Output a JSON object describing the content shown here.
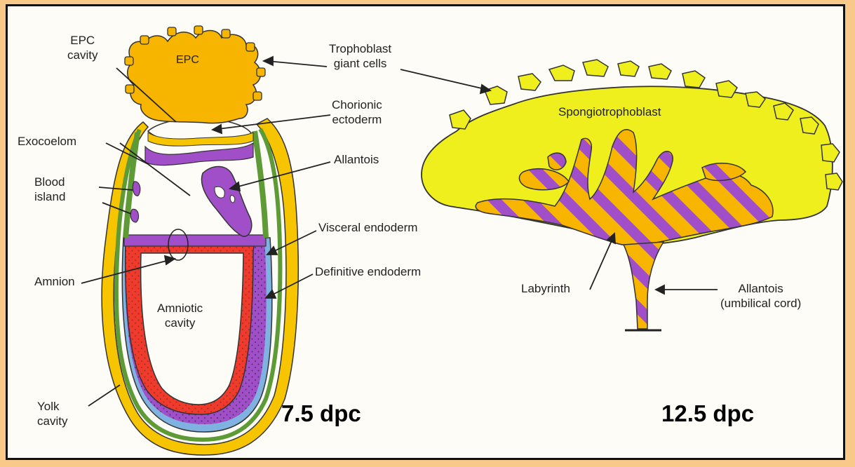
{
  "labels": {
    "epc_cavity": "EPC\ncavity",
    "epc": "EPC",
    "trophoblast_giant_cells": "Trophoblast\ngiant cells",
    "chorionic_ectoderm": "Chorionic\nectoderm",
    "exocoelom": "Exocoelom",
    "allantois_left": "Allantois",
    "blood_island": "Blood\nisland",
    "visceral_endoderm": "Visceral endoderm",
    "amnion": "Amnion",
    "definitive_endoderm": "Definitive endoderm",
    "amniotic_cavity": "Amniotic\ncavity",
    "yolk_cavity": "Yolk\ncavity",
    "spongiotrophoblast": "Spongiotrophoblast",
    "labyrinth": "Labyrinth",
    "allantois_right": "Allantois\n(umbilical cord)"
  },
  "stages": {
    "left": "7.5 dpc",
    "right": "12.5 dpc"
  },
  "colors": {
    "background": "#fdfcf7",
    "border_outer": "#f9c98a",
    "trophoblast_orange": "#f7b500",
    "spongio_yellow": "#f0ef1e",
    "purple": "#a04fc8",
    "green": "#5e9b36",
    "red": "#ef3a2c",
    "blue": "#7fb2e0"
  }
}
